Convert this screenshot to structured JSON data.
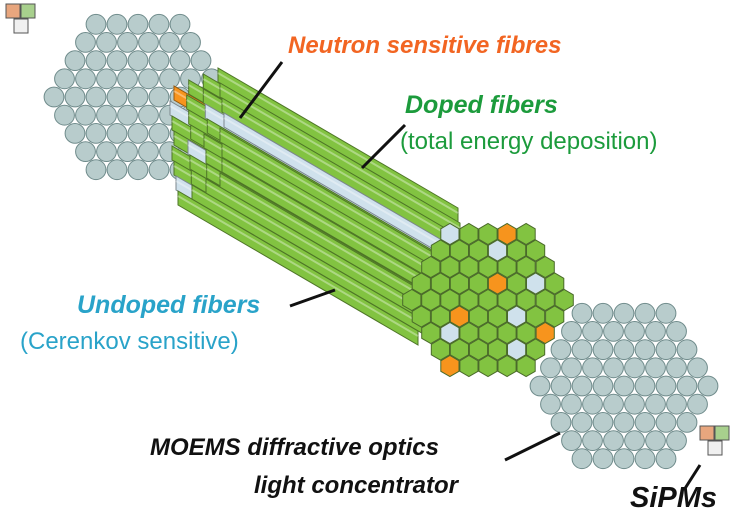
{
  "labels": {
    "neutron": "Neutron sensitive fibres",
    "doped": "Doped fibers",
    "doped_sub": "(total energy deposition)",
    "undoped": "Undoped fibers",
    "undoped_sub": "(Cerenkov sensitive)",
    "moems_line1": "MOEMS diffractive optics",
    "moems_line2": "light concentrator",
    "sipms": "SiPMs"
  },
  "colors": {
    "neutron_text": "#f26522",
    "doped_text": "#1c9b3c",
    "undoped_text": "#29a3c9",
    "doped_fiber": "#82c341",
    "undoped_fiber": "#cfe1ec",
    "neutron_fiber": "#f7941d",
    "optics": "#b8cccc",
    "sipm_orange": "#e8a67e",
    "sipm_green": "#a8d08d"
  },
  "icons": [
    "sipm-square-cluster-icon",
    "sipm-square-cluster-icon"
  ]
}
